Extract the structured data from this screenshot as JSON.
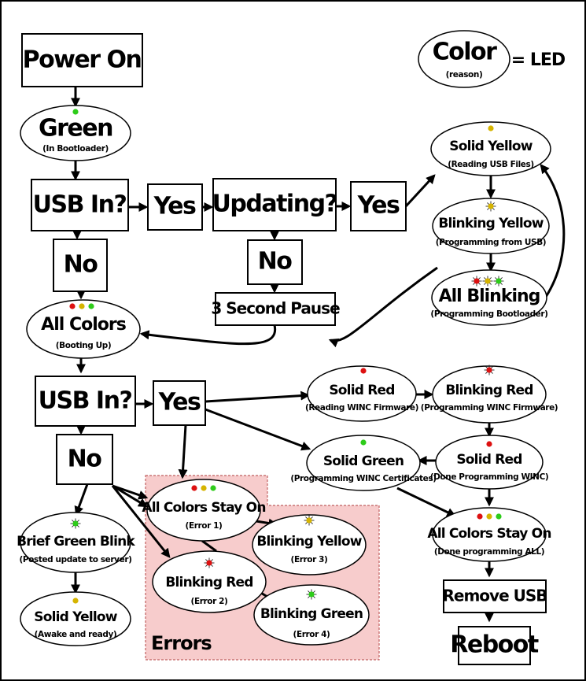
{
  "colors": {
    "green": "#2ecc1a",
    "yellow": "#d6b400",
    "red": "#dd1111",
    "errors_fill": "#f7cccc",
    "errors_border": "#c06060"
  },
  "legend": {
    "title": "Color",
    "subtitle": "(reason)",
    "equals": "= LED"
  },
  "errors_group": {
    "label": "Errors"
  },
  "nodes": {
    "power_on": "Power On",
    "green_boot": {
      "title": "Green",
      "subtitle": "(In Bootloader)"
    },
    "usb_in_1": "USB In?",
    "yes_1": "Yes",
    "updating": "Updating?",
    "yes_2": "Yes",
    "no_1": "No",
    "no_2": "No",
    "pause": "3 Second Pause",
    "all_colors_boot": {
      "title": "All Colors",
      "subtitle": "(Booting Up)"
    },
    "solid_yellow_usb": {
      "title": "Solid Yellow",
      "subtitle": "(Reading USB Files)"
    },
    "blinking_yellow_usb": {
      "title": "Blinking Yellow",
      "subtitle": "(Programming from USB)"
    },
    "all_blinking": {
      "title": "All Blinking",
      "subtitle": "(Programming Bootloader)"
    },
    "usb_in_2": "USB In?",
    "yes_3": "Yes",
    "no_3": "No",
    "solid_red_winc": {
      "title": "Solid Red",
      "subtitle": "(Reading WINC Firmware)"
    },
    "blinking_red_winc": {
      "title": "Blinking Red",
      "subtitle": "(Programming WINC Firmware)"
    },
    "solid_green_certs": {
      "title": "Solid Green",
      "subtitle": "(Programming WINC Certificates)"
    },
    "solid_red_done": {
      "title": "Solid Red",
      "subtitle": "(Done Programming WINC)"
    },
    "all_colors_done": {
      "title": "All Colors Stay On",
      "subtitle": "(Done programming ALL)"
    },
    "remove_usb": "Remove USB",
    "reboot": "Reboot",
    "brief_green": {
      "title": "Brief Green Blink",
      "subtitle": "(Posted update to server)"
    },
    "solid_yellow_ready": {
      "title": "Solid Yellow",
      "subtitle": "(Awake and ready)"
    },
    "error_1": {
      "title": "All Colors Stay On",
      "subtitle": "(Error 1)"
    },
    "error_2": {
      "title": "Blinking Red",
      "subtitle": "(Error 2)"
    },
    "error_3": {
      "title": "Blinking Yellow",
      "subtitle": "(Error 3)"
    },
    "error_4": {
      "title": "Blinking Green",
      "subtitle": "(Error 4)"
    }
  }
}
